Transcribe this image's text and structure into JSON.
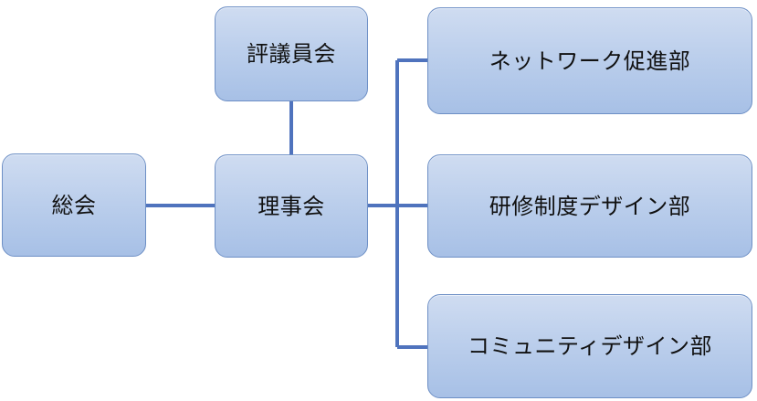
{
  "diagram": {
    "nodes": {
      "general_assembly": "総会",
      "councillors": "評議員会",
      "board": "理事会",
      "network_promotion": "ネットワーク促進部",
      "training_design": "研修制度デザイン部",
      "community_design": "コミュニティデザイン部"
    },
    "connections": [
      [
        "general_assembly",
        "board"
      ],
      [
        "councillors",
        "board"
      ],
      [
        "board",
        "network_promotion"
      ],
      [
        "board",
        "training_design"
      ],
      [
        "board",
        "community_design"
      ]
    ],
    "colors": {
      "node_fill_top": "#cfdcf1",
      "node_fill_bottom": "#a7c0e6",
      "node_border": "#6d8fc5",
      "connector": "#4f73bd",
      "text": "#111111"
    }
  }
}
